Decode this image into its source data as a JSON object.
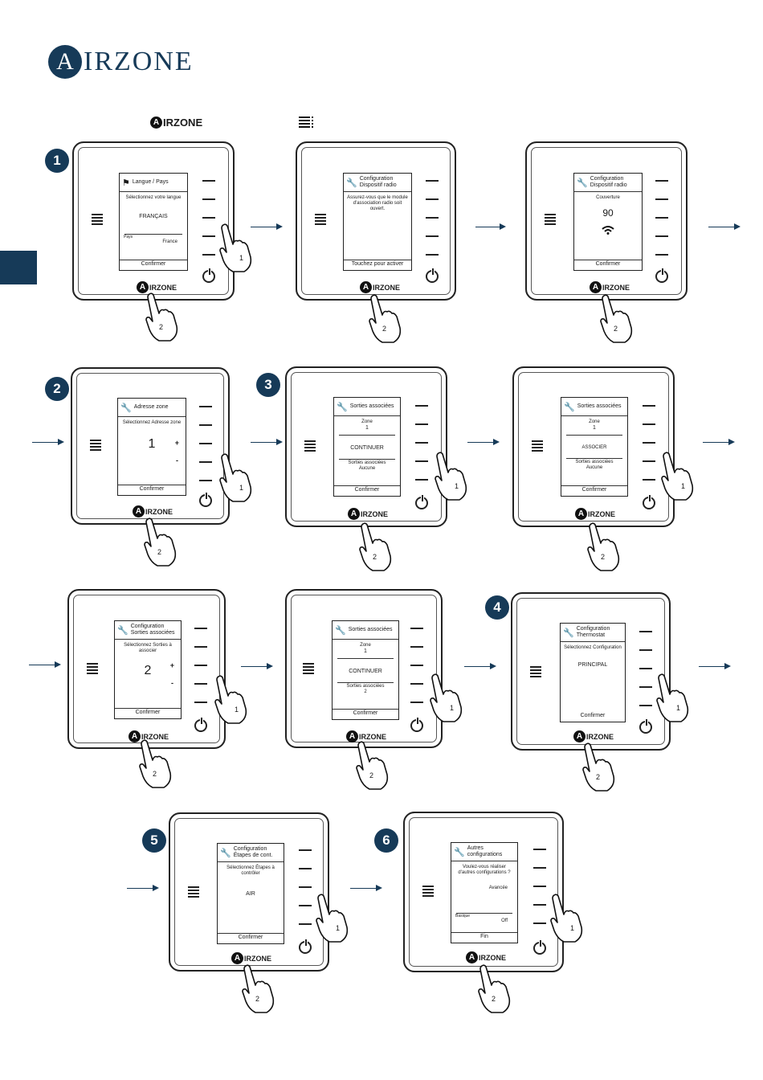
{
  "brand": {
    "logo_initial": "A",
    "logo_text": "IRZONE",
    "mini_text": "IRZONE"
  },
  "hand_labels": {
    "one": "1",
    "two": "2"
  },
  "steps": [
    "1",
    "2",
    "3",
    "4",
    "5",
    "6"
  ],
  "screens": {
    "s1": {
      "title": "Langue / Pays",
      "sub": "Sélectionnez votre langue",
      "value": "FRANÇAIS",
      "row_label": "Pays",
      "row_value": "France",
      "confirm": "Confirmer"
    },
    "s2": {
      "title": "Configuration Dispositif radio",
      "sub": "Assurez-vous que le module d'association radio soit ouvert.",
      "confirm": "Touchez pour activer"
    },
    "s3": {
      "title": "Configuration Dispositif radio",
      "sub": "Couverture",
      "value": "90",
      "confirm": "Confirmer"
    },
    "s4": {
      "title": "Adresse zone",
      "sub": "Sélectionnez Adresse zone",
      "value": "1",
      "plus": "+",
      "minus": "-",
      "confirm": "Confirmer"
    },
    "s5": {
      "title": "Sorties associées",
      "zone_label": "Zone",
      "zone_value": "1",
      "value": "CONTINUER",
      "row_label": "Sorties associées",
      "row_value": "Aucune",
      "confirm": "Confirmer"
    },
    "s6": {
      "title": "Sorties associées",
      "zone_label": "Zone",
      "zone_value": "1",
      "value": "ASSOCIER",
      "row_label": "Sorties associées",
      "row_value": "Aucune",
      "confirm": "Confirmer"
    },
    "s7": {
      "title": "Configuration Sorties associées",
      "sub": "Sélectionnez Sorties à associer",
      "value": "2",
      "plus": "+",
      "minus": "-",
      "confirm": "Confirmer"
    },
    "s8": {
      "title": "Sorties associées",
      "zone_label": "Zone",
      "zone_value": "1",
      "value": "CONTINUER",
      "row_label": "Sorties associées",
      "row_value": "2",
      "confirm": "Confirmer"
    },
    "s9": {
      "title": "Configuration Thermostat",
      "sub": "Sélectionnez Configuration",
      "value": "PRINCIPAL",
      "confirm": "Confirmer"
    },
    "s10": {
      "title": "Configuration Étapes de cont.",
      "sub": "Sélectionnez Étapes à contrôler",
      "value": "AIR",
      "confirm": "Confirmer"
    },
    "s11": {
      "title": "Autres configurations",
      "sub": "Voulez-vous réaliser d'autres configurations ?",
      "value": "Avancée",
      "row_label": "Basique",
      "row_value": "Off",
      "confirm": "Fin"
    }
  }
}
